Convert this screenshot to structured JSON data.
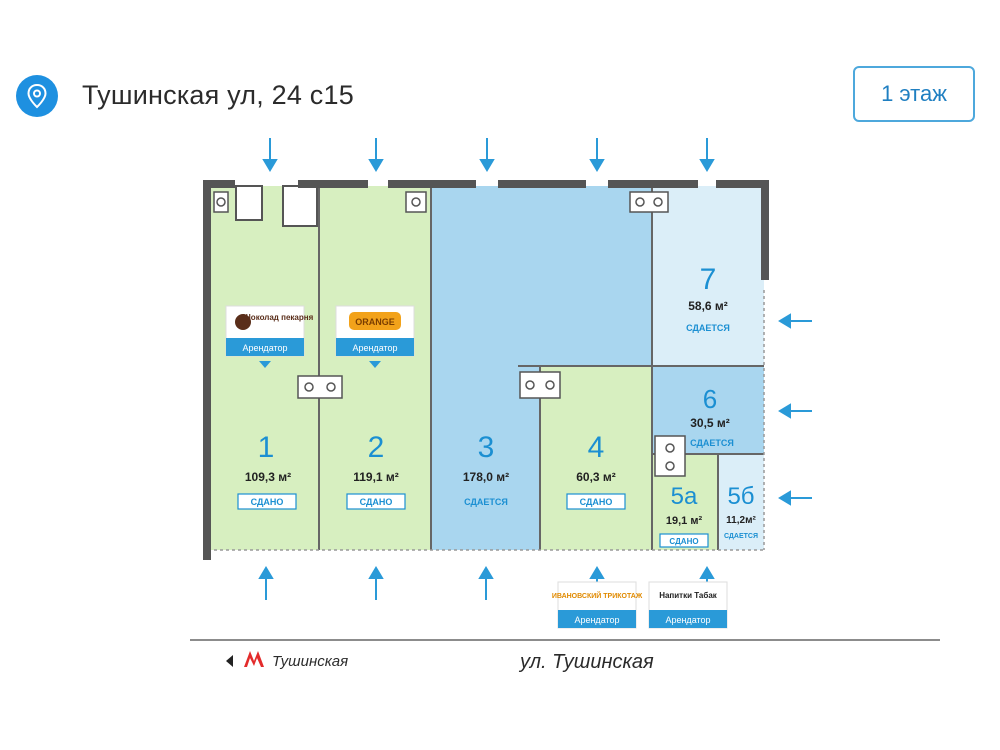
{
  "header": {
    "address": "Тушинская ул, 24 с15",
    "floor_button": "1 этаж"
  },
  "colors": {
    "leased": "#d7efc0",
    "available": "#a9d6ef",
    "available_light": "#dbeef8",
    "accent": "#1b8fd2",
    "wall": "#555555"
  },
  "units": [
    {
      "num": "1",
      "area": "109,3 м²",
      "status": "СДАНО"
    },
    {
      "num": "2",
      "area": "119,1 м²",
      "status": "СДАНО"
    },
    {
      "num": "3",
      "area": "178,0 м²",
      "status": "СДАЕТСЯ"
    },
    {
      "num": "4",
      "area": "60,3 м²",
      "status": "СДАНО"
    },
    {
      "num": "5а",
      "area": "19,1 м²",
      "status": "СДАНО"
    },
    {
      "num": "5б",
      "area": "11,2м²",
      "status": "СДАЕТСЯ"
    },
    {
      "num": "6",
      "area": "30,5 м²",
      "status": "СДАЕТСЯ"
    },
    {
      "num": "7",
      "area": "58,6 м²",
      "status": "СДАЕТСЯ"
    }
  ],
  "tenants": [
    {
      "logo": "Шоколад пекарня",
      "label": "Арендатор"
    },
    {
      "logo": "ORANGE",
      "label": "Арендатор"
    },
    {
      "logo": "ИВАНОВСКИЙ ТРИКОТАЖ",
      "label": "Арендатор"
    },
    {
      "logo": "Напитки Табак",
      "label": "Арендатор"
    }
  ],
  "street": {
    "metro": "Тушинская",
    "name": "ул. Тушинская"
  },
  "icons": [
    "location-pin-icon",
    "metro-icon",
    "entrance-arrow-icon",
    "toilet-icon"
  ]
}
